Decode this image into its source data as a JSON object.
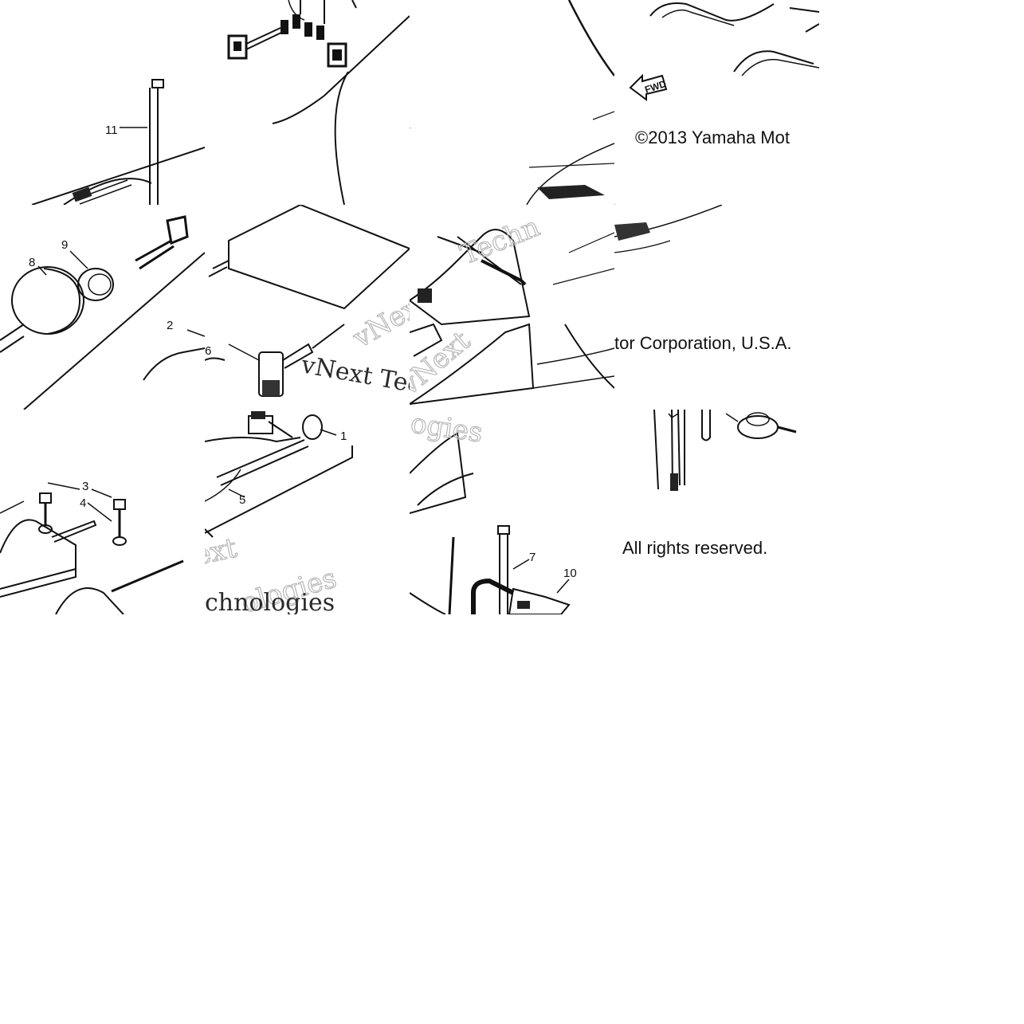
{
  "diagram": {
    "callouts": {
      "c1": "1",
      "c2": "2",
      "c3": "3",
      "c4": "4",
      "c5": "5",
      "c6": "6",
      "c7": "7",
      "c8": "8",
      "c9": "9",
      "c10": "10",
      "c11": "11"
    },
    "direction_tag": "FWD",
    "watermark": {
      "brand_a": "vNext",
      "brand_b": "Technologies",
      "fragment_ext": "ext",
      "fragment_ogies": "ologies",
      "fragment_chno": "chnologies",
      "fragment_techn": "Techn",
      "fragment_vnext_tec": "vNext Tec",
      "fragment_ogies_b": "ogies"
    },
    "copyright": {
      "line1": "©2013 Yamaha Mot",
      "line2": "tor Corporation, U.S.A.",
      "line3": "All rights reserved."
    }
  }
}
